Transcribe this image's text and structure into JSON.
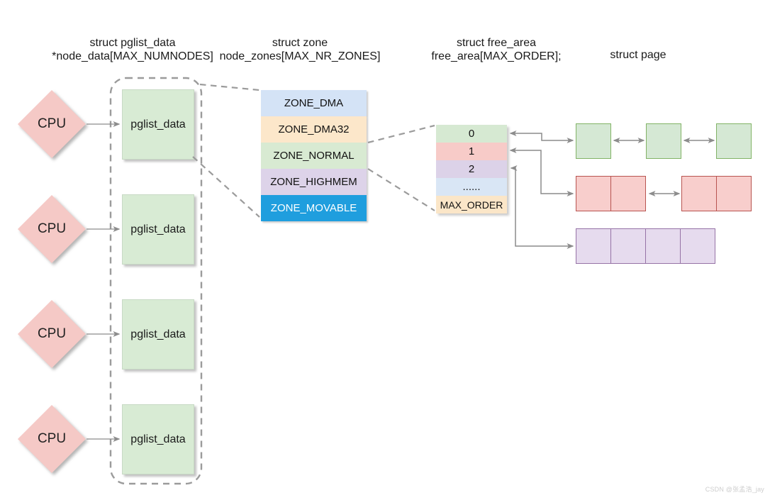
{
  "headers": {
    "pglist": {
      "line1": "struct pglist_data",
      "line2": "*node_data[MAX_NUMNODES]"
    },
    "zone": {
      "line1": "struct zone",
      "line2": "node_zones[MAX_NR_ZONES]"
    },
    "free_area": {
      "line1": "struct free_area",
      "line2": "free_area[MAX_ORDER];"
    },
    "page": {
      "line1": "struct page"
    }
  },
  "cpu_nodes": {
    "cpu_label": "CPU",
    "pglist_label": "pglist_data",
    "count": 4,
    "cpu_fill": "#f5c9c6",
    "pglist_fill": "#d8ebd4"
  },
  "zones": {
    "rows": [
      {
        "label": "ZONE_DMA",
        "fill": "#d4e3f6",
        "text_color": "#111111"
      },
      {
        "label": "ZONE_DMA32",
        "fill": "#fce7ca",
        "text_color": "#111111"
      },
      {
        "label": "ZONE_NORMAL",
        "fill": "#d8ead2",
        "text_color": "#111111"
      },
      {
        "label": "ZONE_HIGHMEM",
        "fill": "#ddd3e9",
        "text_color": "#111111"
      },
      {
        "label": "ZONE_MOVABLE",
        "fill": "#1f9ede",
        "text_color": "#ffffff"
      }
    ]
  },
  "free_area": {
    "rows": [
      {
        "label": "0",
        "fill": "#d6e9d2"
      },
      {
        "label": "1",
        "fill": "#f7cbc8"
      },
      {
        "label": "2",
        "fill": "#dcd2e8"
      },
      {
        "label": "......",
        "fill": "#d9e6f5"
      },
      {
        "label": "MAX_ORDER",
        "fill": "#fbe6c8"
      }
    ]
  },
  "pages": {
    "order0_fill": "#d5e8d4",
    "order0_border": "#82b366",
    "order1_fill": "#f8cecc",
    "order1_border": "#b85450",
    "order2_fill": "#e6dbee",
    "order2_border": "#9673a6"
  },
  "watermark": {
    "text": "CSDN @张孟浩_jay",
    "color": "#cdcdcd"
  },
  "colors": {
    "arrow": "#8c8c8c",
    "dashed_line": "#9b9b9b",
    "dashed_container": "#9b9b9b"
  }
}
